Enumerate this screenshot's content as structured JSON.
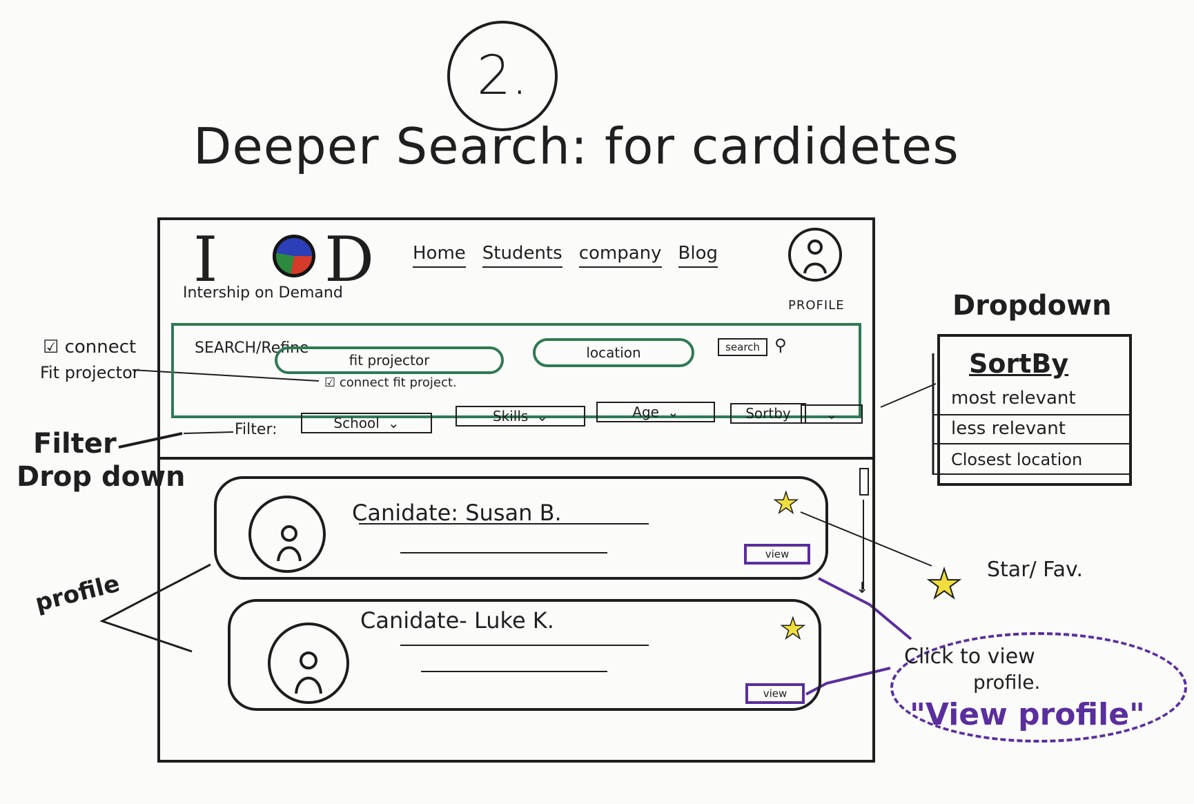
{
  "sketch": {
    "number": "2.",
    "title": "Deeper Search: for cardidetes"
  },
  "header": {
    "logo_letter_i": "I",
    "logo_letter_d": "D",
    "logo_subtitle": "Intership on Demand",
    "nav": [
      "Home",
      "Students",
      "company",
      "Blog"
    ],
    "profile_label": "PROFILE"
  },
  "search": {
    "label": "SEARCH/Refine",
    "fit_projector_placeholder": "fit projector",
    "location_placeholder": "location",
    "search_button": "search",
    "fit_checkbox_label": "☑ connect fit project."
  },
  "filters": {
    "label": "Filter:",
    "school": "School",
    "skills": "Skills",
    "age": "Age",
    "sortby": "Sortby",
    "chevron": "⌄"
  },
  "candidates": [
    {
      "label": "Canidate: Susan B.",
      "view": "view"
    },
    {
      "label": "Canidate- Luke K.",
      "view": "view"
    }
  ],
  "annotations": {
    "connect": "☑ connect",
    "fit_projector": "Fit projector",
    "filter": "Filter",
    "dropdown_filter": "Drop down",
    "profile": "profile",
    "dropdown_heading": "Dropdown",
    "sortby_heading": "SortBy",
    "sort_options": [
      "most relevant",
      "less relevant",
      "Closest location"
    ],
    "star_fav": "Star/ Fav.",
    "click_to_view": "Click to view",
    "profile_word": "profile.",
    "view_profile": "\"View profile\""
  },
  "colors": {
    "ink": "#1d1d1d",
    "search_green": "#2f7a55",
    "view_purple": "#5a2e9d",
    "star_yellow": "#f1de3e"
  }
}
